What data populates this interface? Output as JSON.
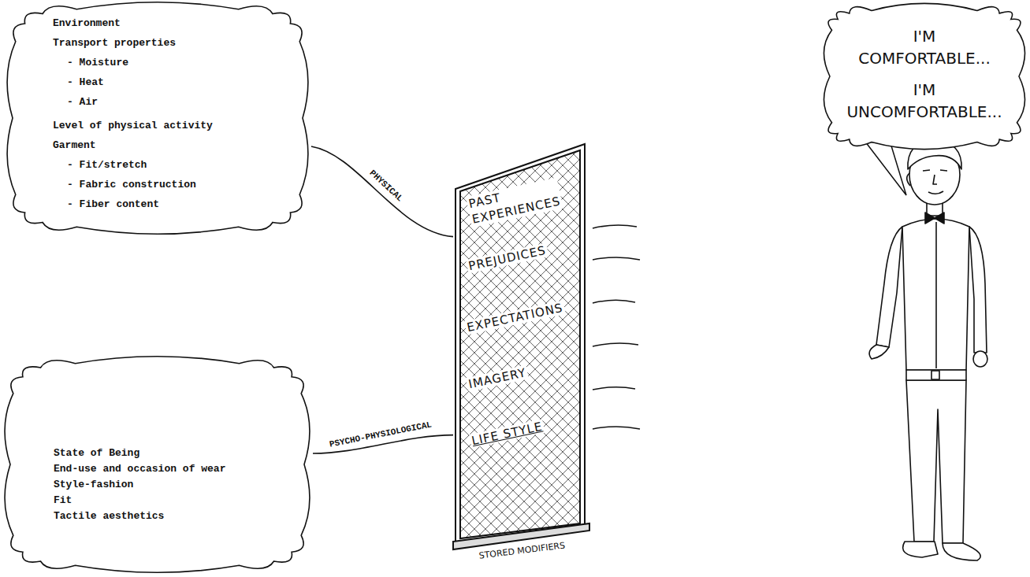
{
  "diagram": {
    "nodes": [
      {
        "text": [
          "Environment",
          "Transport properties",
          "- Moisture",
          "- Heat",
          "- Air",
          "Level of physical activity",
          "Garment",
          "- Fit/stretch",
          "- Fabric construction",
          "- Fiber content"
        ]
      },
      {
        "text": [
          "State of Being",
          "End-use and occasion of wear",
          "Style-fashion",
          "Fit",
          "Tactile aesthetics"
        ]
      },
      {
        "text": [
          "PAST EXPERIENCES",
          "PREJUDICES",
          "EXPECTATIONS",
          "IMAGERY",
          "LIFE STYLE",
          "STORED MODIFIERS"
        ]
      },
      {
        "text": [
          "I'M COMFORTABLE...",
          "I'M UNCOMFORTABLE..."
        ]
      }
    ],
    "edges": [
      {
        "from": 0,
        "to": 2,
        "label": "PHYSICAL",
        "arrow": "none"
      },
      {
        "from": 1,
        "to": 2,
        "label": "PSYCHO-PHYSIOLOGICAL",
        "arrow": "none"
      }
    ]
  }
}
